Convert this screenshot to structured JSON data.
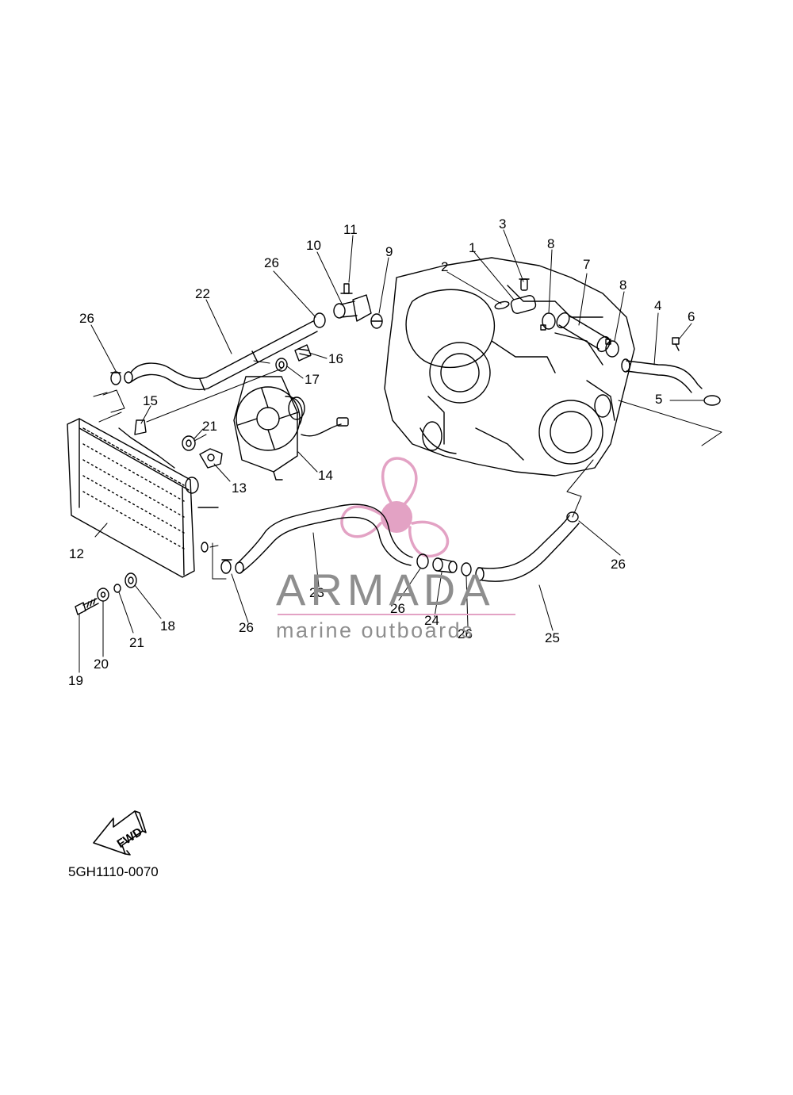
{
  "diagram": {
    "callouts": [
      {
        "id": "1",
        "text": "1"
      },
      {
        "id": "2",
        "text": "2"
      },
      {
        "id": "3",
        "text": "3"
      },
      {
        "id": "4",
        "text": "4"
      },
      {
        "id": "5",
        "text": "5"
      },
      {
        "id": "6",
        "text": "6"
      },
      {
        "id": "7",
        "text": "7"
      },
      {
        "id": "8a",
        "text": "8"
      },
      {
        "id": "8b",
        "text": "8"
      },
      {
        "id": "9",
        "text": "9"
      },
      {
        "id": "10",
        "text": "10"
      },
      {
        "id": "11",
        "text": "11"
      },
      {
        "id": "12",
        "text": "12"
      },
      {
        "id": "13",
        "text": "13"
      },
      {
        "id": "14",
        "text": "14"
      },
      {
        "id": "15",
        "text": "15"
      },
      {
        "id": "16",
        "text": "16"
      },
      {
        "id": "17",
        "text": "17"
      },
      {
        "id": "18",
        "text": "18"
      },
      {
        "id": "19",
        "text": "19"
      },
      {
        "id": "20",
        "text": "20"
      },
      {
        "id": "21a",
        "text": "21"
      },
      {
        "id": "21b",
        "text": "21"
      },
      {
        "id": "22",
        "text": "22"
      },
      {
        "id": "23",
        "text": "23"
      },
      {
        "id": "24",
        "text": "24"
      },
      {
        "id": "25",
        "text": "25"
      },
      {
        "id": "26a",
        "text": "26"
      },
      {
        "id": "26b",
        "text": "26"
      },
      {
        "id": "26c",
        "text": "26"
      },
      {
        "id": "26d",
        "text": "26"
      },
      {
        "id": "26e",
        "text": "26"
      },
      {
        "id": "26f",
        "text": "26"
      }
    ],
    "diagram_code": "5GH1110-0070",
    "fwd_label": "FWD"
  },
  "watermark": {
    "title": "ARMADA",
    "subtitle": "marine outboards",
    "title_color": "#8e8e8e",
    "logo_color": "#e3a2c4"
  }
}
